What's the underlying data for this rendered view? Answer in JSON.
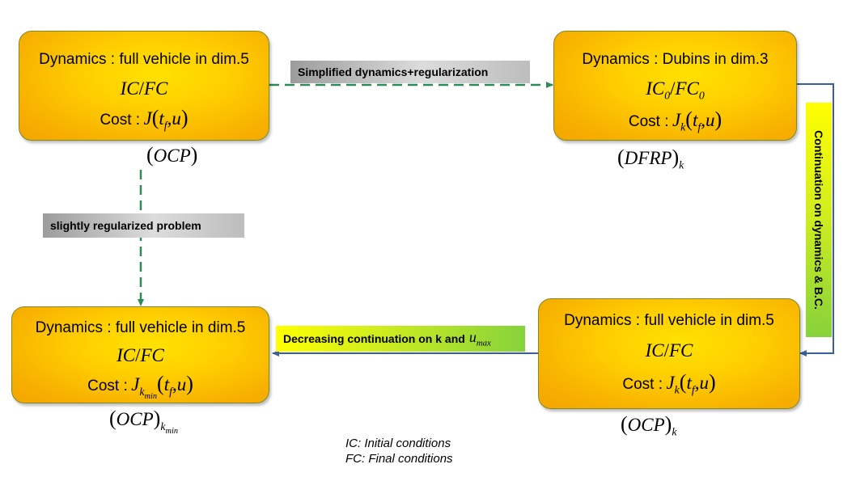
{
  "boxes": {
    "top_left": {
      "dynamics": "Dynamics : full vehicle in dim.5",
      "ic": "IC",
      "fc": "FC",
      "cost_label": "Cost :",
      "cost_fn": "J",
      "t": "t",
      "t_sub": "f",
      "u": "u",
      "label": "OCP"
    },
    "top_right": {
      "dynamics": "Dynamics : Dubins in dim.3",
      "ic": "IC",
      "ic_sub": "0",
      "fc": "FC",
      "fc_sub": "0",
      "cost_label": "Cost :",
      "cost_fn": "J",
      "cost_sub": "k",
      "t": "t",
      "t_sub": "f",
      "u": "u",
      "label": "DFRP",
      "label_sub": "k"
    },
    "bottom_left": {
      "dynamics": "Dynamics : full vehicle in dim.5",
      "ic": "IC",
      "fc": "FC",
      "cost_label": "Cost :",
      "cost_fn": "J",
      "cost_sub": "k",
      "cost_subsub": "min",
      "t": "t",
      "t_sub": "f",
      "u": "u",
      "label": "OCP",
      "label_sub": "k",
      "label_subsub": "min"
    },
    "bottom_right": {
      "dynamics": "Dynamics : full vehicle in dim.5",
      "ic": "IC",
      "fc": "FC",
      "cost_label": "Cost :",
      "cost_fn": "J",
      "cost_sub": "k",
      "t": "t",
      "t_sub": "f",
      "u": "u",
      "label": "OCP",
      "label_sub": "k"
    }
  },
  "edges": {
    "top": "Simplified dynamics+regularization",
    "left": "slightly regularized problem",
    "right": "Continuation on dynamics & B.C.",
    "bottom": "Decreasing continuation on k and",
    "bottom_var": "u",
    "bottom_var_sub": "max"
  },
  "legend": {
    "ic": "IC: Initial conditions",
    "fc": "FC: Final conditions"
  },
  "colors": {
    "box_fill": "#ffd000",
    "dashed_arrow": "#2e8b57",
    "solid_arrow": "#3a5f9a",
    "banner_gray": "#c8c8c8",
    "banner_green": "#a4e034"
  }
}
